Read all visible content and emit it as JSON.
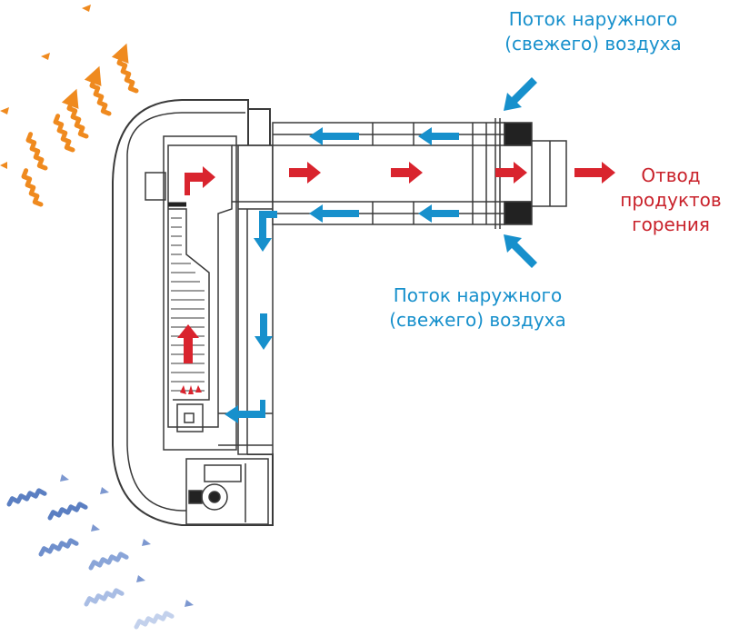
{
  "labels": {
    "air_top": {
      "line1": "Поток наружного",
      "line2": "(свежего) воздуха"
    },
    "air_bottom": {
      "line1": "Поток наружного",
      "line2": "(свежего) воздуха"
    },
    "exhaust": {
      "line1": "Отвод",
      "line2": "продуктов",
      "line3": "горения"
    }
  },
  "colors": {
    "fresh_air": "#1790cc",
    "exhaust": "#d9242e",
    "warm_air": "#ef8a1f",
    "cold_air": "#5b7fc2",
    "outline": "#3a3a3a"
  },
  "icons": {
    "flame": "flame-icon",
    "fan": "fan-icon",
    "heat": "warm-air-wave-icon",
    "cold": "cold-air-wave-icon"
  }
}
